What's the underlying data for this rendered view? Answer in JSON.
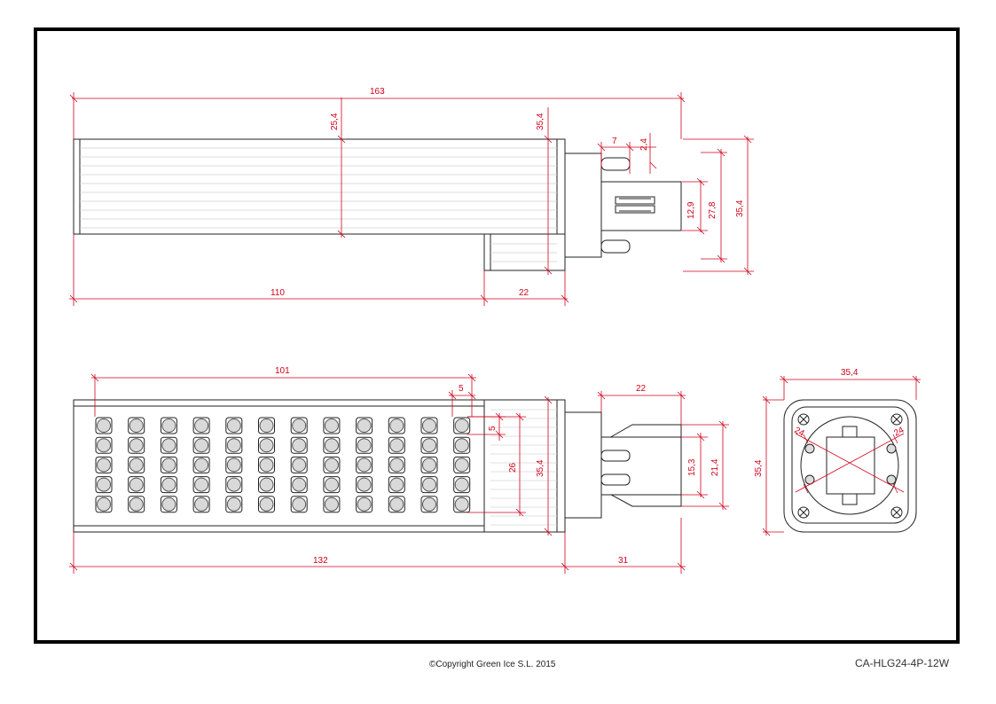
{
  "drawing": {
    "side_view": {
      "total_length": "163",
      "body_height": "25,4",
      "cap_height": "35,4",
      "pin_offset": "7",
      "pin_diameter": "2,4",
      "key_height": "12,9",
      "pin_spacing": "27,8",
      "base_height": "35,4",
      "body_length": "110",
      "cap_length": "22"
    },
    "top_view": {
      "led_span": "101",
      "led_pitch_h": "5",
      "led_pitch_v": "5",
      "led_field_height": "26",
      "cap_height": "35,4",
      "base_length": "22",
      "pin_pitch": "15,3",
      "base_width": "21,4",
      "total_length": "132",
      "base_total": "31",
      "led_rows": 5,
      "led_cols": 12
    },
    "end_view": {
      "width": "35,4",
      "height": "35,4",
      "pin_spacing_left": "24",
      "pin_spacing_right": "24"
    },
    "colors": {
      "frame": "#000000",
      "dimension": "#d0021b",
      "outline": "#222222",
      "led_fill": "#d9d9d9"
    }
  },
  "footer": {
    "copyright": "©Copyright Green Ice S.L. 2015",
    "code": "CA-HLG24-4P-12W"
  }
}
